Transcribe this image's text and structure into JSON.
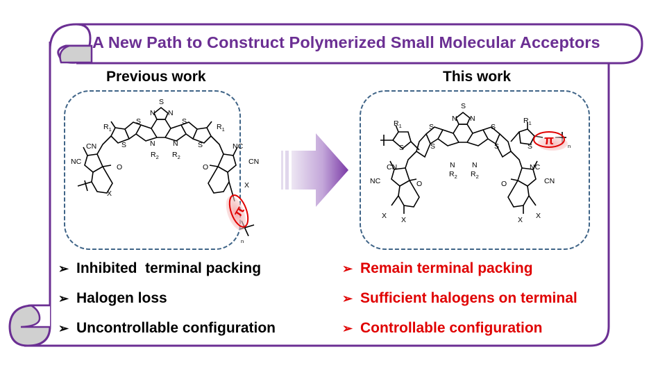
{
  "title": "A New Path to Construct Polymerized Small Molecular Acceptors",
  "colors": {
    "frame": "#6b2f93",
    "scroll_fill": "#d0d0d0",
    "dashed_box": "#3f6487",
    "positive_text": "#e00000",
    "negative_text": "#000000",
    "pi_highlight": "#e00000",
    "pi_glow": "#f4a7a7"
  },
  "previous_work": {
    "heading": "Previous work",
    "bullets": [
      {
        "symbol": "➢",
        "text": "Inhibited  terminal packing"
      },
      {
        "symbol": "➢",
        "text": "Halogen loss"
      },
      {
        "symbol": "➢",
        "text": "Uncontrollable configuration"
      }
    ],
    "structure_labels": {
      "thiadiazole_S": "S",
      "thiadiazole_N_left": "N",
      "thiadiazole_N_right": "N",
      "R1": "R",
      "R1_sub": "1",
      "R2": "R",
      "R2_sub": "2",
      "N": "N",
      "S": "S",
      "CN": "CN",
      "NC": "NC",
      "O": "O",
      "X": "X",
      "pi": "π",
      "n": "n"
    }
  },
  "this_work": {
    "heading": "This work",
    "bullets": [
      {
        "symbol": "➢",
        "text": "Remain terminal packing"
      },
      {
        "symbol": "➢",
        "text": "Sufficient halogens on terminal"
      },
      {
        "symbol": "➢",
        "text": "Controllable configuration"
      }
    ],
    "structure_labels": {
      "S": "S",
      "N": "N",
      "R1": "R",
      "R1_sub": "1",
      "R2": "R",
      "R2_sub": "2",
      "CN": "CN",
      "NC": "NC",
      "O": "O",
      "X": "X",
      "pi": "π",
      "n": "n"
    }
  }
}
